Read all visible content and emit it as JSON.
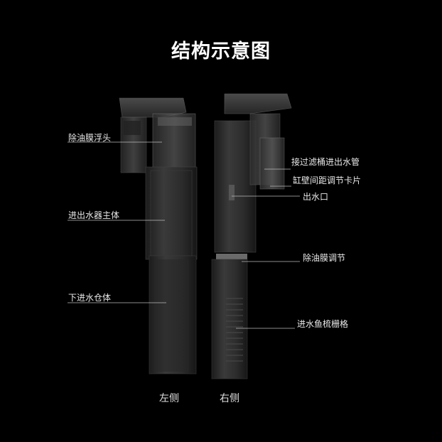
{
  "title": "结构示意图",
  "left_side_label": "左侧",
  "right_side_label": "右侧",
  "left_callouts": [
    "除油膜浮头",
    "进出水器主体",
    "下进水仓体"
  ],
  "right_callouts": [
    "接过滤桶进出水管",
    "缸壁间距调节卡片",
    "出水口",
    "除油膜调节",
    "进水鱼梳栅格"
  ],
  "colors": {
    "background": "#000000",
    "label": "#e8e8e8",
    "leader_line": "#bbbbbb",
    "body_dark": "#2a2a2a",
    "body_light": "#4a4a4a"
  }
}
